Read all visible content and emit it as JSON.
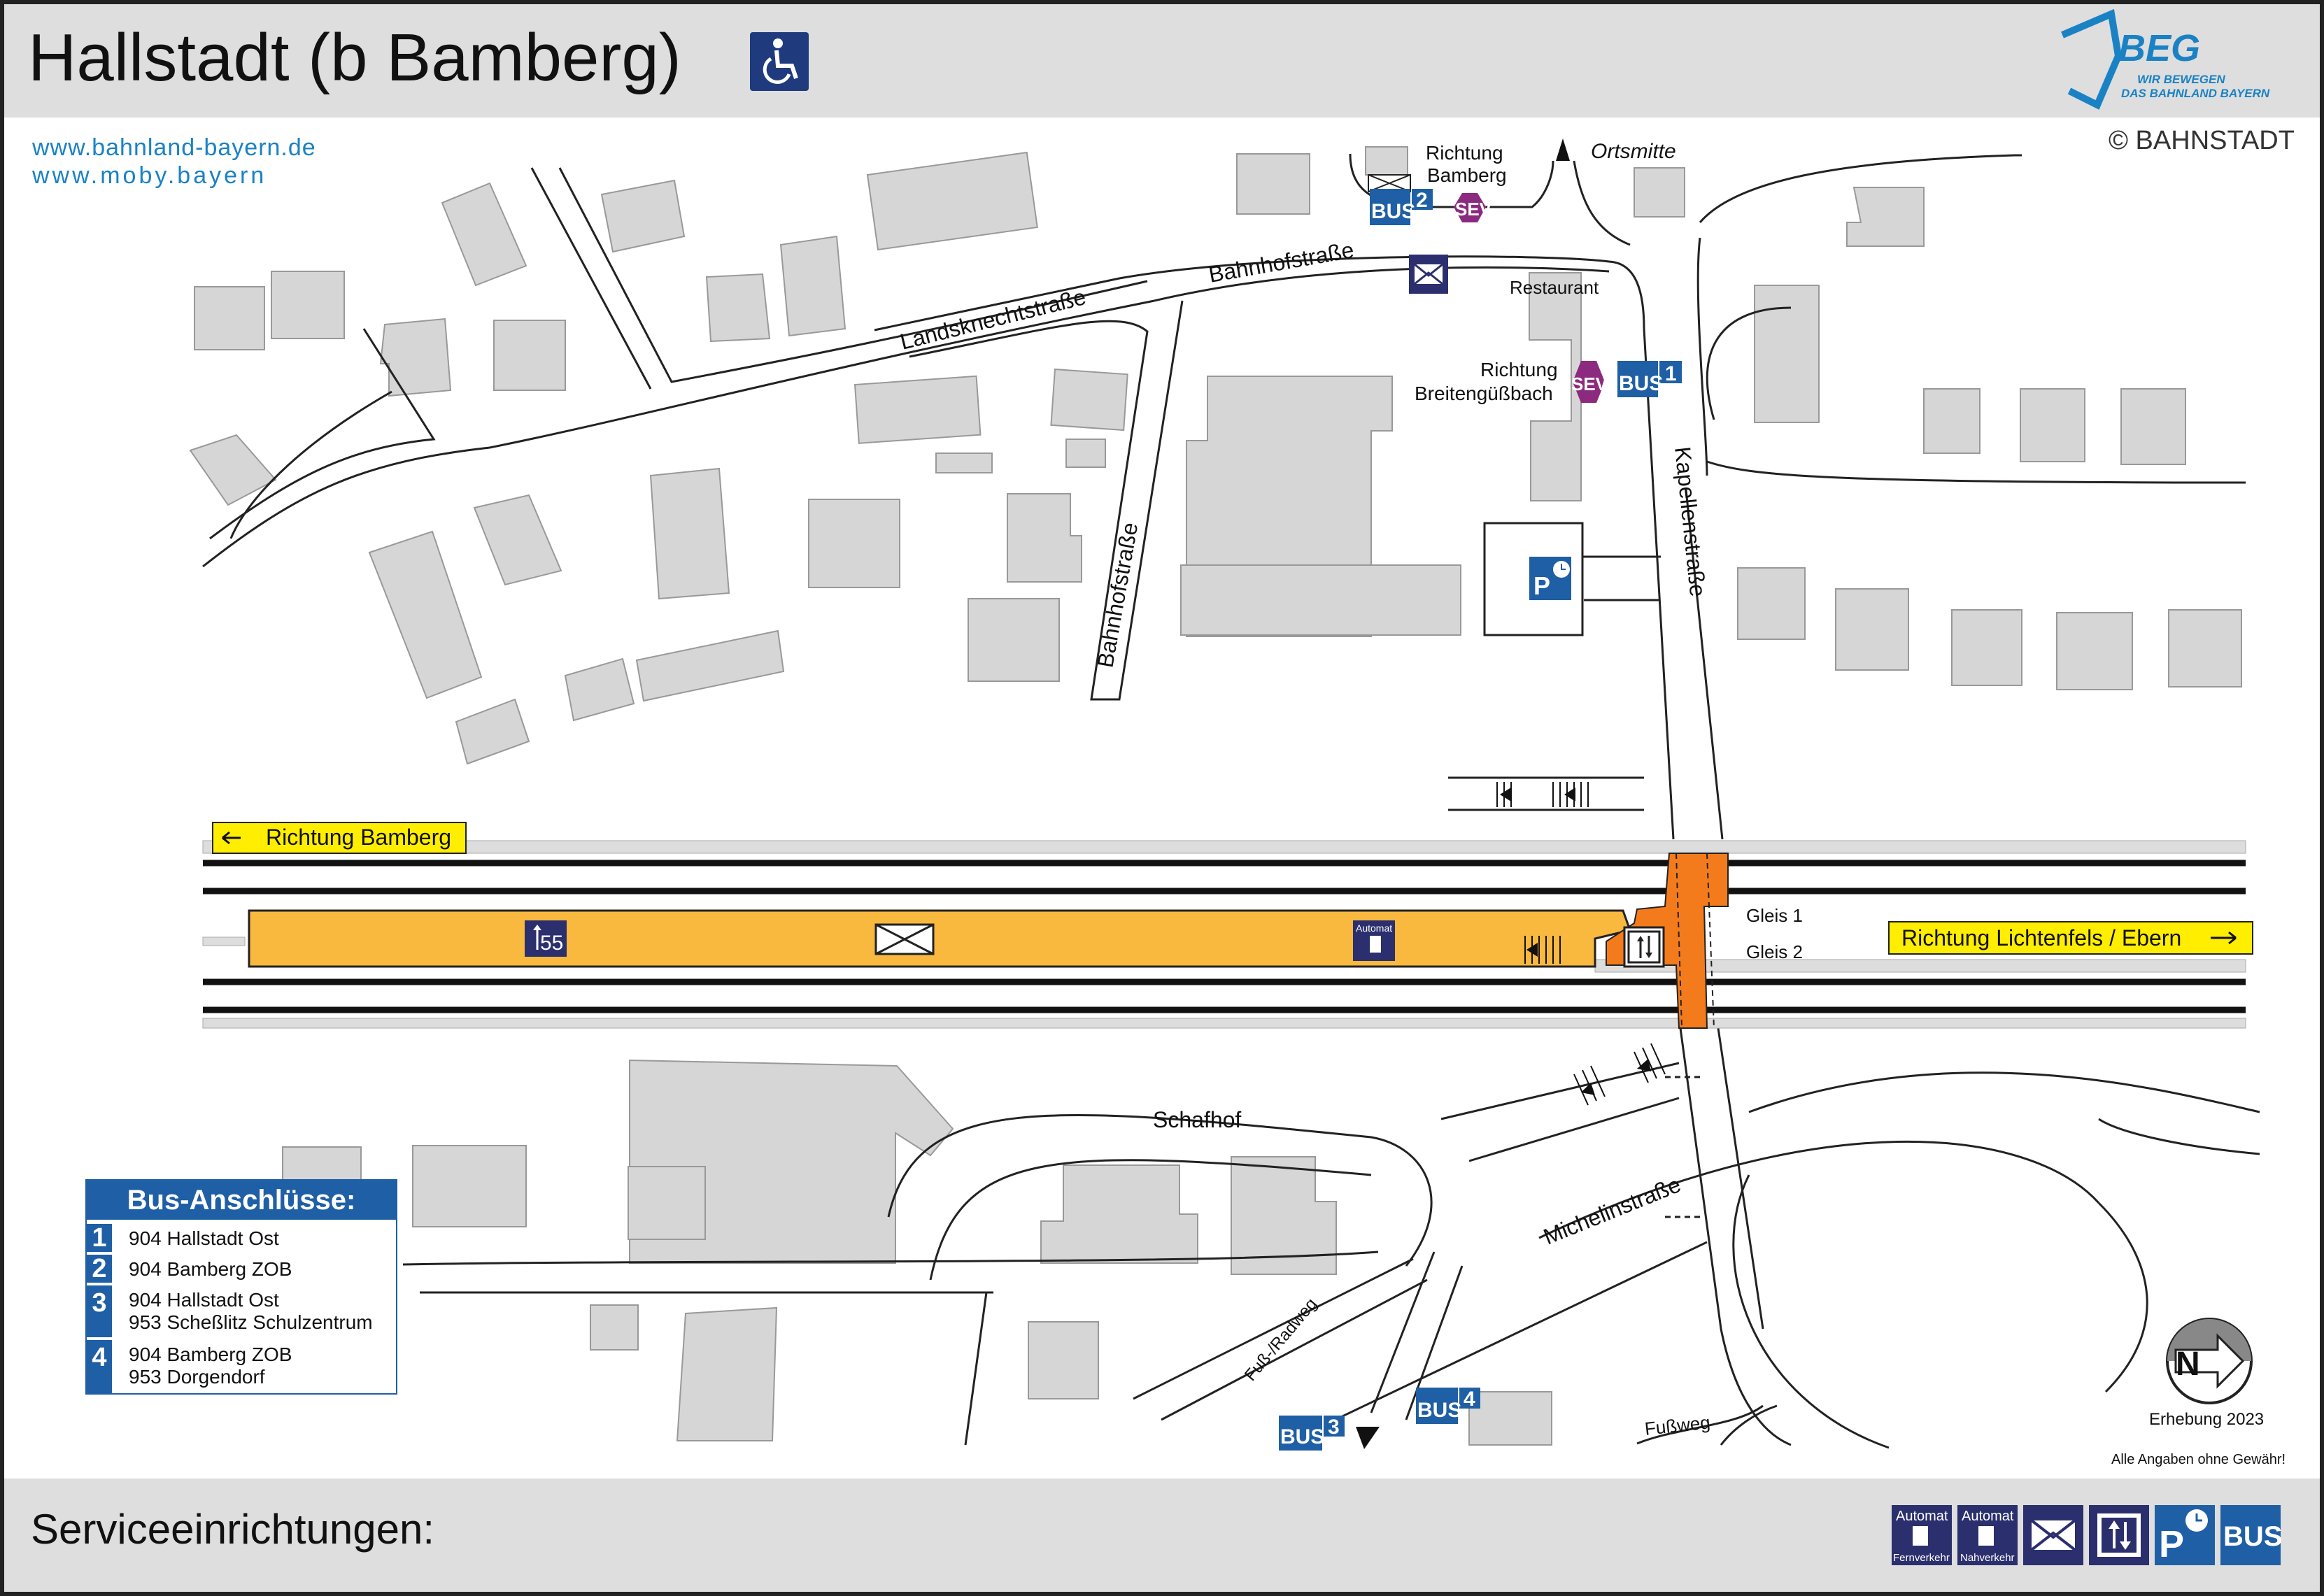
{
  "header": {
    "title": "Hallstadt (b Bamberg)",
    "logo_text": "BEG",
    "logo_slogan_line1": "WIR BEWEGEN",
    "logo_slogan_line2": "DAS BAHNLAND BAYERN"
  },
  "links": {
    "url1": "www.bahnland-bayern.de",
    "url2": "www.moby.bayern"
  },
  "copyright": "© BAHNSTADT",
  "streets": {
    "landsknechtstrasse": "Landsknechtstraße",
    "bahnhofstrasse_top": "Bahnhofstraße",
    "bahnhofstrasse_side": "Bahnhofstraße",
    "kapellenstrasse": "Kapellenstraße",
    "schafhof": "Schafhof",
    "michelinstrasse": "Michelinstraße",
    "fuss_radweg": "Fuß-/Radweg",
    "fussweg": "Fußweg"
  },
  "places": {
    "richtung_bamberg_top_line1": "Richtung",
    "richtung_bamberg_top_line2": "Bamberg",
    "ortsmitte": "Ortsmitte",
    "restaurant": "Restaurant",
    "richtung_breitengussbach_line1": "Richtung",
    "richtung_breitengussbach_line2": "Breitengüßbach"
  },
  "tracks": {
    "gleis1": "Gleis 1",
    "gleis2": "Gleis 2",
    "direction_left": "Richtung Bamberg",
    "direction_right": "Richtung Lichtenfels / Ebern",
    "platform_length": "55",
    "ticket_machine": "Automat"
  },
  "bus_stops": {
    "bus_label": "BUS",
    "sev_label": "SEV",
    "stop1": "1",
    "stop2": "2",
    "stop3": "3",
    "stop4": "4"
  },
  "legend": {
    "title": "Bus-Anschlüsse:",
    "entries": [
      {
        "num": "1",
        "lines": [
          "904 Hallstadt Ost"
        ]
      },
      {
        "num": "2",
        "lines": [
          "904 Bamberg ZOB"
        ]
      },
      {
        "num": "3",
        "lines": [
          "904 Hallstadt Ost",
          "953 Scheßlitz Schulzentrum"
        ]
      },
      {
        "num": "4",
        "lines": [
          "904 Bamberg ZOB",
          "953 Dorgendorf"
        ]
      }
    ]
  },
  "compass": {
    "letter": "N",
    "survey": "Erhebung 2023"
  },
  "disclaimer": "Alle Angaben ohne Gewähr!",
  "footer": {
    "label": "Serviceeinrichtungen:",
    "icons": [
      {
        "name": "ticket-machine-long-distance",
        "top": "Automat",
        "bottom": "Fernverkehr"
      },
      {
        "name": "ticket-machine-regional",
        "top": "Automat",
        "bottom": "Nahverkehr"
      },
      {
        "name": "mailbox",
        "label": ""
      },
      {
        "name": "elevator",
        "label": ""
      },
      {
        "name": "park-and-ride",
        "label": "P"
      },
      {
        "name": "bus",
        "label": "BUS"
      }
    ]
  },
  "colors": {
    "platform": "#f9b93e",
    "crossing": "#f47b1b",
    "building": "#d6d6d6",
    "brand_blue": "#1a82c4",
    "bus_blue": "#1f5fa5",
    "sev_purple": "#8b2a7e",
    "direction_yellow": "#ffee00",
    "header_grey": "#dedede"
  }
}
